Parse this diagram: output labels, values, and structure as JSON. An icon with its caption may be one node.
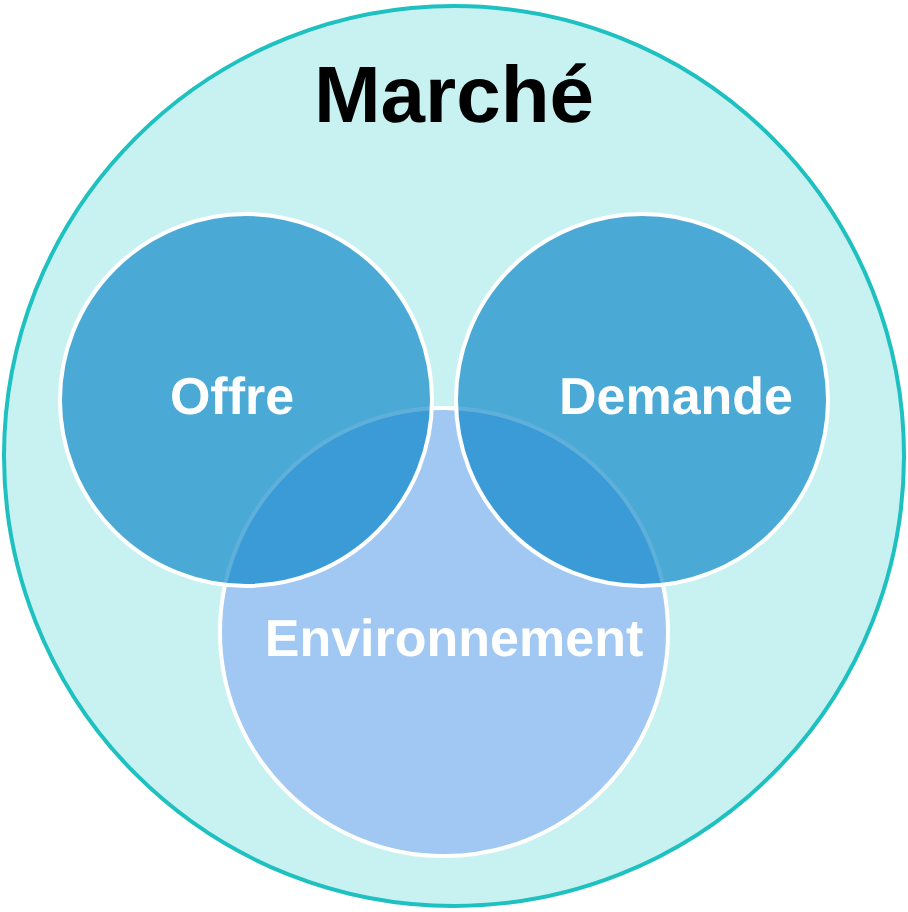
{
  "diagram": {
    "nodes": [
      {
        "text": [
          "Marché"
        ]
      },
      {
        "text": [
          "Offre"
        ],
        "in": 0
      },
      {
        "text": [
          "Demande"
        ],
        "in": 0
      },
      {
        "text": [
          "Environnement"
        ],
        "in": 0
      }
    ]
  }
}
